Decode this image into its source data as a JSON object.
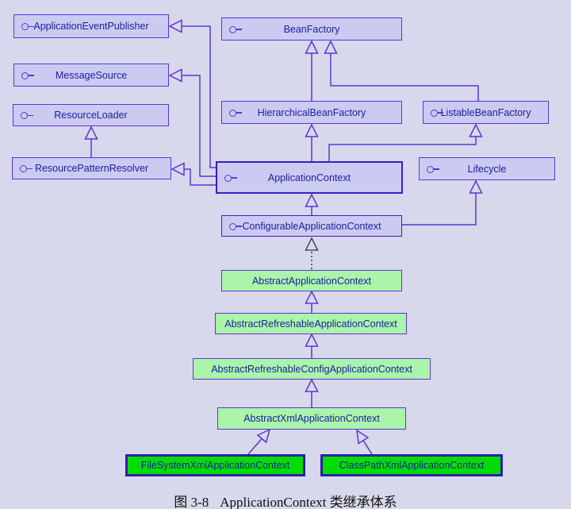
{
  "diagram": {
    "boxes": [
      {
        "id": "application-event-publisher",
        "label": "ApplicationEventPublisher",
        "kind": "interface"
      },
      {
        "id": "message-source",
        "label": "MessageSource",
        "kind": "interface"
      },
      {
        "id": "resource-loader",
        "label": "ResourceLoader",
        "kind": "interface"
      },
      {
        "id": "resource-pattern-resolver",
        "label": "ResourcePatternResolver",
        "kind": "interface"
      },
      {
        "id": "bean-factory",
        "label": "BeanFactory",
        "kind": "interface"
      },
      {
        "id": "hierarchical-bean-factory",
        "label": "HierarchicalBeanFactory",
        "kind": "interface"
      },
      {
        "id": "listable-bean-factory",
        "label": "ListableBeanFactory",
        "kind": "interface"
      },
      {
        "id": "application-context",
        "label": "ApplicationContext",
        "kind": "interface"
      },
      {
        "id": "lifecycle",
        "label": "Lifecycle",
        "kind": "interface"
      },
      {
        "id": "configurable-application-context",
        "label": "ConfigurableApplicationContext",
        "kind": "interface"
      },
      {
        "id": "abstract-application-context",
        "label": "AbstractApplicationContext",
        "kind": "abstract-class"
      },
      {
        "id": "abstract-refreshable-application-context",
        "label": "AbstractRefreshableApplicationContext",
        "kind": "abstract-class"
      },
      {
        "id": "abstract-refreshable-config-application-context",
        "label": "AbstractRefreshableConfigApplicationContext",
        "kind": "abstract-class"
      },
      {
        "id": "abstract-xml-application-context",
        "label": "AbstractXmlApplicationContext",
        "kind": "abstract-class"
      },
      {
        "id": "file-system-xml-application-context",
        "label": "FileSystemXmlApplicationContext",
        "kind": "concrete-class"
      },
      {
        "id": "class-path-xml-application-context",
        "label": "ClassPathXmlApplicationContext",
        "kind": "concrete-class"
      }
    ],
    "caption": {
      "figure_label": "图 3-8",
      "title": "ApplicationContext 类继承体系"
    },
    "icons": {
      "interface_marker": "lollipop-icon"
    },
    "colors": {
      "background": "#d8d8ec",
      "interface_fill": "#cbcbf2",
      "abstract_class_fill": "#aaf5aa",
      "concrete_class_fill": "#04dd04",
      "line_purple": "#5a36d6",
      "application_context_border": "#3d1dc0",
      "concrete_class_border": "#2a21a8",
      "text_navy": "#1c1ca0",
      "realization_line": "#333333"
    }
  }
}
